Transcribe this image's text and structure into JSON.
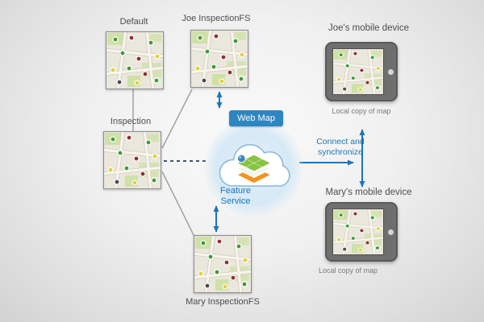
{
  "colors": {
    "accent_blue": "#1b75bc",
    "badge_blue": "#2e86c1",
    "line_gray": "#a2a2a2",
    "dashed_line": "#44546a",
    "label_gray": "#4d4d4d",
    "map_dot_colors": [
      "#3f9b35",
      "#8e3039",
      "#e0d23a",
      "#4a4a4a"
    ]
  },
  "maps": [
    {
      "id": "default",
      "label": "Default"
    },
    {
      "id": "joe_fs",
      "label": "Joe InspectionFS"
    },
    {
      "id": "inspection",
      "label": "Inspection"
    },
    {
      "id": "mary_fs",
      "label": "Mary InspectionFS"
    }
  ],
  "cloud": {
    "badge_label": "Web Map",
    "service_label": "Feature Service"
  },
  "sync_label": "Connect and synchronize",
  "devices": [
    {
      "id": "joe",
      "label": "Joe's mobile device",
      "caption": "Local copy of map"
    },
    {
      "id": "mary",
      "label": "Mary's mobile device",
      "caption": "Local copy of map"
    }
  ]
}
